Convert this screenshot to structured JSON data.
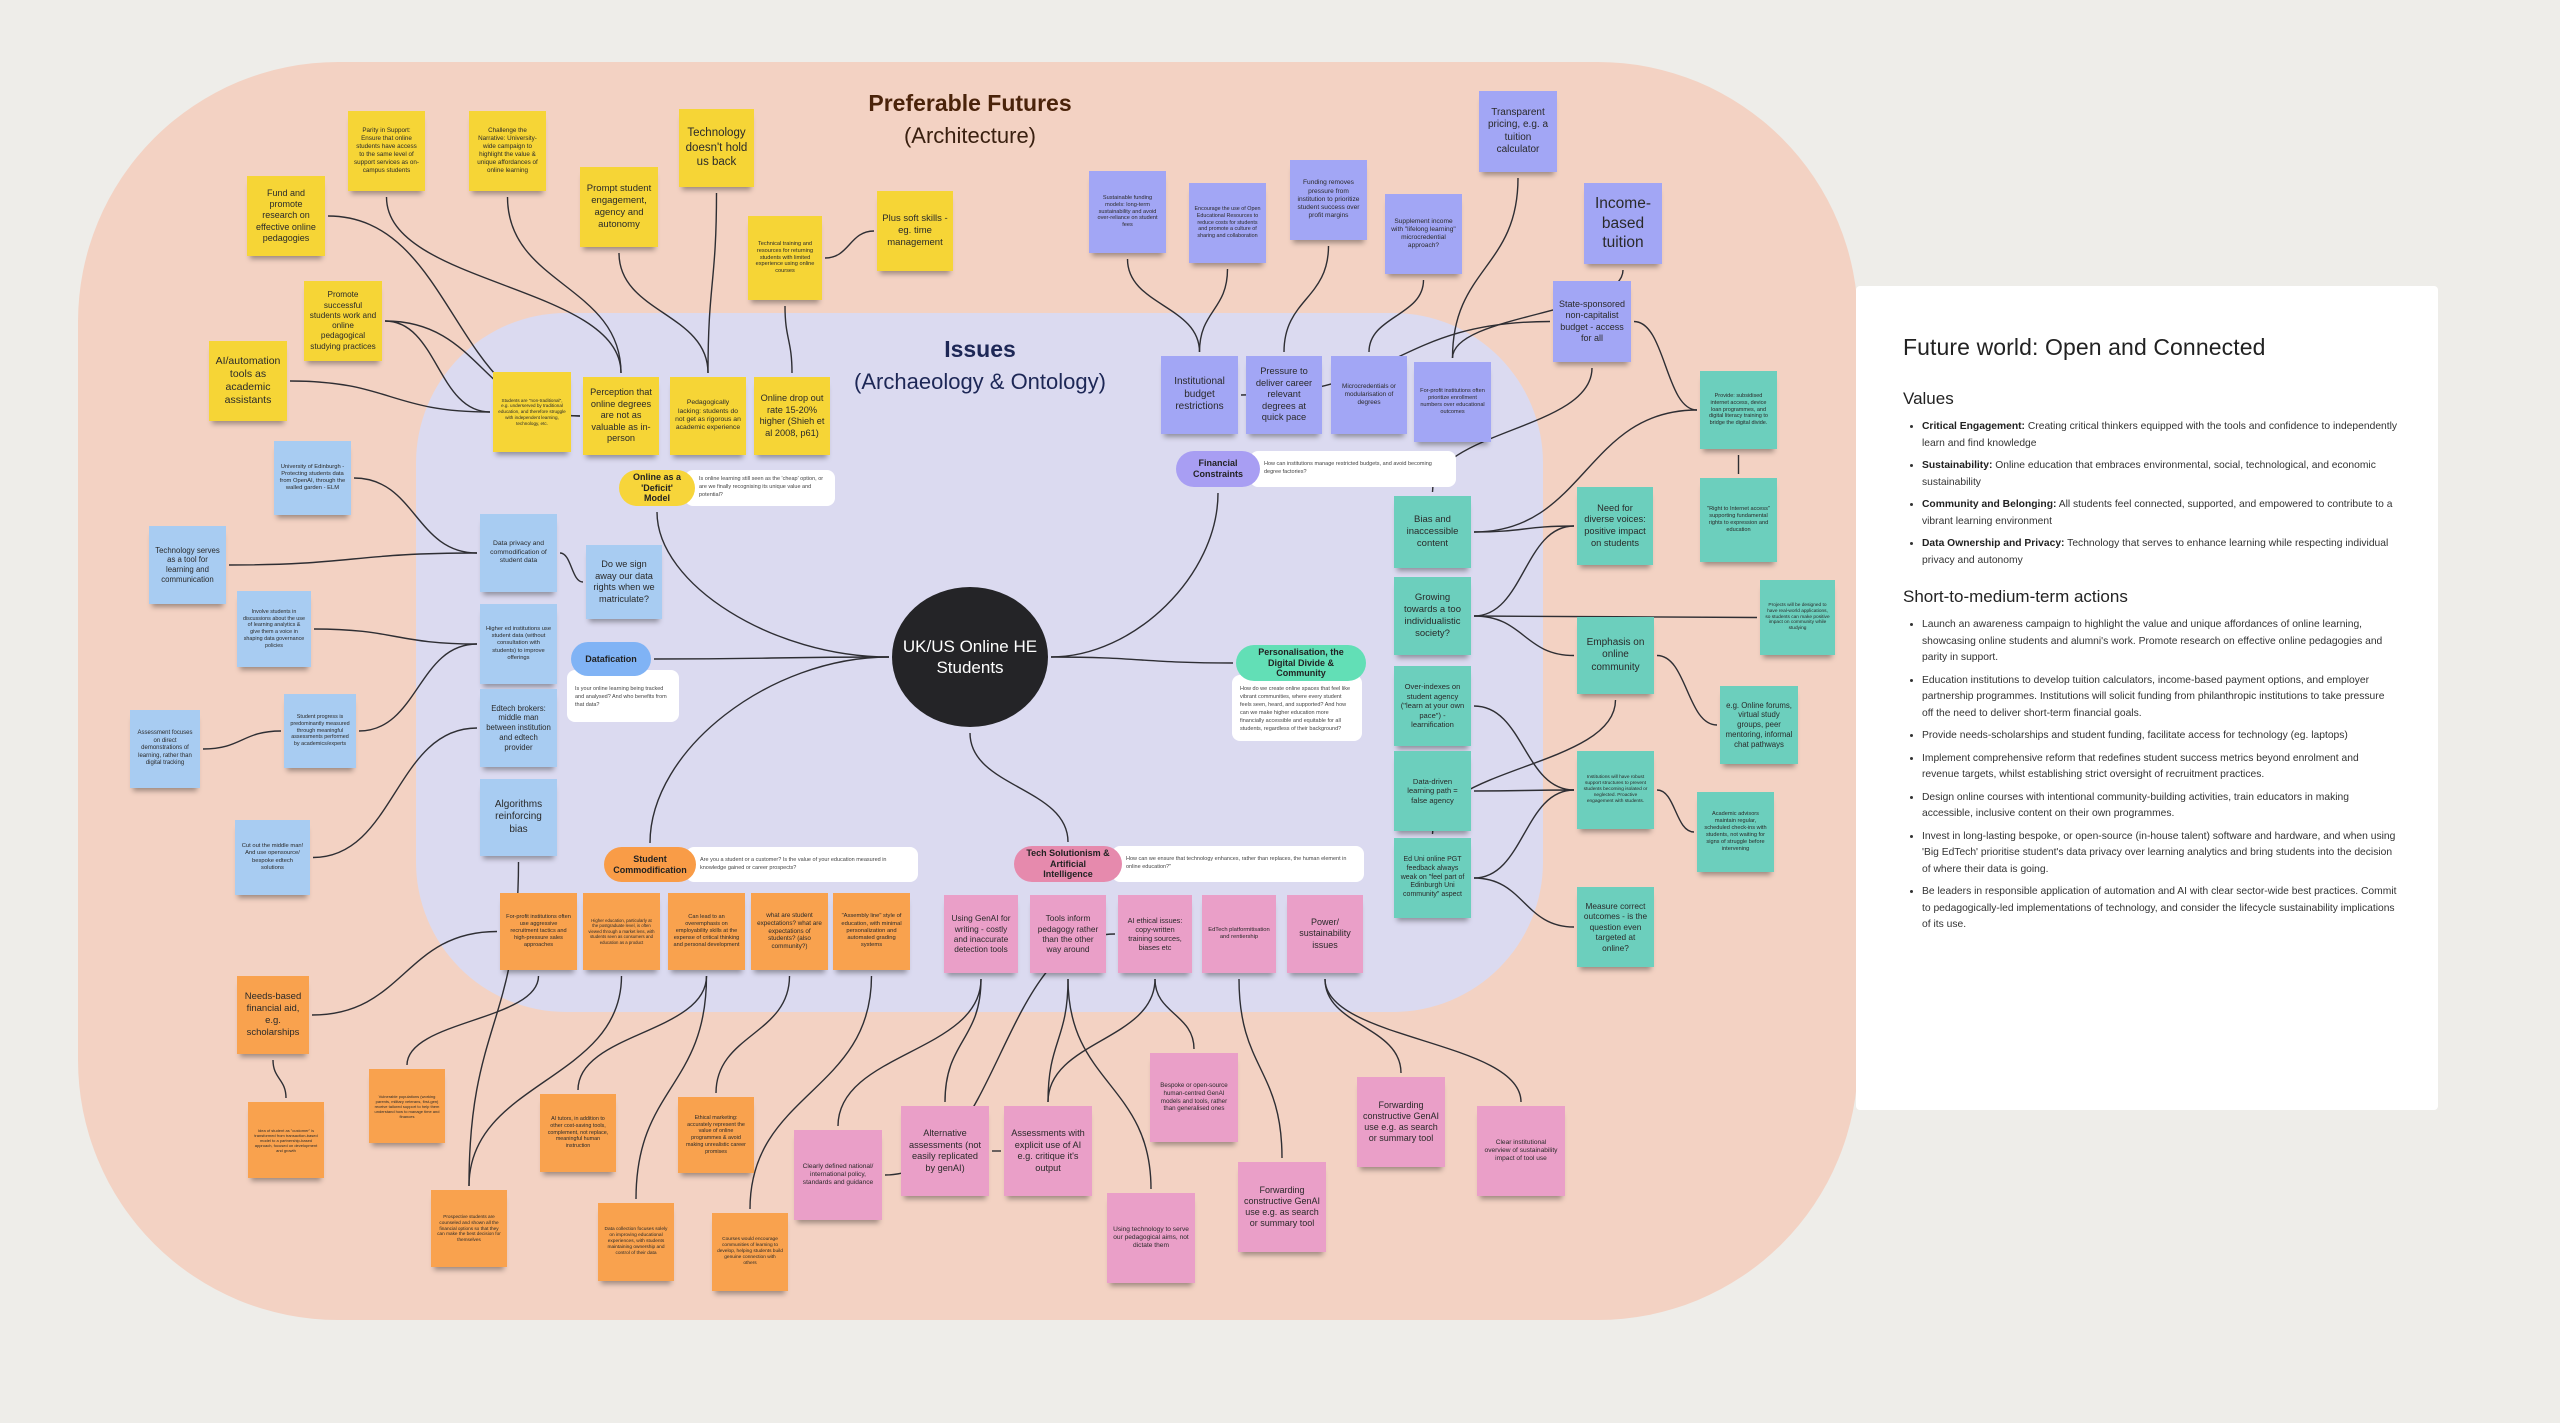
{
  "preferable_futures": {
    "title": "Preferable Futures",
    "subtitle": "(Architecture)"
  },
  "issues": {
    "title": "Issues",
    "subtitle": "(Archaeology & Ontology)"
  },
  "center_topic": "UK/US Online HE Students",
  "colors": {
    "background": "#eeede9",
    "preferable_futures_area": "#f3d2c3",
    "issues_area": "#dbdaf0",
    "yellow": "#f6d536",
    "purple": "#a2a6f5",
    "teal": "#6ccfbd",
    "blue": "#a8ccf2",
    "orange": "#f9a24e",
    "pink": "#ea9fc8"
  },
  "themes": {
    "deficit": {
      "label": "Online as a 'Deficit' Model",
      "question": "Is online learning still seen as the 'cheap' option, or are we finally recognising its unique value and potential?",
      "color": "#f7d53a"
    },
    "financial": {
      "label": "Financial Constraints",
      "question": "How can institutions manage restricted budgets, and avoid becoming degree factories?",
      "color": "#a89ef3"
    },
    "datafication": {
      "label": "Datafication",
      "question": "Is your online learning being tracked and analysed? And who benefits from that data?",
      "color": "#80b3f5"
    },
    "personalisation": {
      "label": "Personalisation, the Digital Divide & Community",
      "question": "How do we create online spaces that feel like vibrant communities, where every student feels seen, heard, and supported? And how can we make higher education more financially accessible and equitable for all students, regardless of their background?",
      "color": "#62dfb6"
    },
    "commodification": {
      "label": "Student Commodification",
      "question": "Are you a student or a customer? Is the value of your education measured in knowledge gained or career prospects?",
      "color": "#f99c47"
    },
    "tech": {
      "label": "Tech Solutionism & Artificial Intelligence",
      "question": "How can we ensure that technology enhances, rather than replaces, the human element in online education?\"",
      "color": "#e68aad"
    }
  },
  "stickies": {
    "parity": "Parity in Support: Ensure that online students have access to the same level of support services as on-campus students",
    "challenge": "Challenge the Narrative: University-wide campaign to highlight the value & unique affordances of online learning",
    "fund": "Fund and promote research on effective online pedagogies",
    "prompt": "Prompt student engagement, agency and autonomy",
    "tech_back": "Technology doesn't hold us back",
    "tech_training": "Technical training and resources for returning students with limited experience using online courses",
    "soft_skills": "Plus soft skills - eg. time management",
    "promote_successful": "Promote successful students work and online pedagogical studying practices",
    "ai_tools": "AI/automation tools as academic assistants",
    "non_traditional": "Students are \"non-traditional\", e.g. underserved by traditional education, and therefore struggle with independent learning, technology, etc.",
    "perception": "Perception that online degrees are not as valuable as in-person",
    "pedagogically": "Pedagogically lacking: students do not get as rigorous an academic experience",
    "dropout": "Online drop out rate 15-20% higher (Shieh et al 2008, p61)",
    "sustainable": "Sustainable funding models: long-term sustainability and avoid over-reliance on student fees",
    "oer": "Encourage the use of Open Educational Resources to reduce costs for students and promote a culture of sharing and collaboration",
    "funding_removes": "Funding removes pressure from institution to prioritize student success over profit margins",
    "supplement": "Supplement income with \"lifelong learning\" microcredential approach?",
    "transparent": "Transparent pricing, e.g. a tuition calculator",
    "income_based": "Income-based tuition",
    "state_sponsored": "State-sponsored non-capitalist budget - access for all",
    "budget": "Institutional budget restrictions",
    "pressure": "Pressure to deliver career relevant degrees at quick pace",
    "microcredentials": "Microcredentials or modularisation of degrees",
    "forprofit_enroll": "For-profit institutions often prioritize enrollment numbers over educational outcomes",
    "provide": "Provide: subsidised internet access, device loan programmes, and digital literacy training to bridge the digital divide.",
    "right_internet": "\"Right to Internet access\" supporting fundamental rights to expression and education",
    "bias": "Bias and inaccessible content",
    "diverse": "Need for diverse voices: positive impact on students",
    "individualistic": "Growing towards a too individualistic society?",
    "projects": "Projects will be designed to have real-world applications, so students can make positive impact on community while studying",
    "emphasis": "Emphasis on online community",
    "over_indexes": "Over-indexes on student agency (\"learn at your own pace\") - learnification",
    "forums": "e.g. Online forums, virtual study groups, peer mentoring, informal chat pathways",
    "data_driven": "Data-driven learning path = false agency",
    "robust": "Institutions will have robust support structures to prevent students becoming isolated or neglected. Proactive engagement with students.",
    "advisors": "Academic advisors maintain regular, scheduled check-ins with students, not waiting for signs of struggle before intervening",
    "ed_uni": "Ed Uni online PGT feedback always weak on \"feel part of Edinburgh Uni community\" aspect",
    "measure": "Measure correct outcomes - is the question even targeted at online?",
    "uoe": "University of Edinburgh - Protecting students data from OpenAI, through the walled garden - ELM",
    "tech_tool": "Technology serves as a tool for learning and communication",
    "privacy": "Data privacy and commodification of student data",
    "sign_away": "Do we sign away our data rights when we matriculate?",
    "involve": "Involve students in discussions about the use of learning analytics & give them a voice in shaping data governance policies",
    "higher_ed_data": "Higher ed institutions use student data (without consultation with students) to improve offerings",
    "brokers": "Edtech brokers: middle man between institution and edtech provider",
    "assessment_focus": "Assessment focuses on direct demonstrations of learning, rather than digital tracking",
    "progress": "Student progress is predominantly measured through meaningful assessments performed by academics/experts",
    "algorithms": "Algorithms reinforcing bias",
    "cut_out": "Cut out the middle man! And use opensource/ bespoke edtech solutions",
    "forprofit_aggressive": "For-profit institutions often use aggressive recruitment tactics and high-pressure sales approaches",
    "market_lens": "Higher education, particularly at the postgraduate level, is often viewed through a market lens, with students seen as consumers and education as a product",
    "employability": "Can lead to an overemphasis on employability skills at the expense of critical thinking and personal development",
    "expectations": "what are student expectations? what are expectations of students? (also community?)",
    "assembly": "\"Assembly line\" style of education, with minimal personalization and automated grading systems",
    "needs_based": "Needs-based financial aid, e.g. scholarships",
    "customer": "Idea of student as \"customer\" is transformed from transaction-based model to a partnership-based approach, focused on development and growth",
    "vulnerable": "Vulnerable populations (working parents, military veterans, first-gen) receive tailored support to help them understand how to manage time and finances",
    "prospective": "Prospective students are counseled and shown all the financial options so that they can make the best decision for themselves",
    "ai_tutors": "AI tutors, in addition to other cost-saving tools, complement, not replace, meaningful human instruction",
    "data_collection": "Data collection focuses solely on improving educational experiences, with students maintaining ownership and control of their data",
    "ethical_marketing": "Ethical marketing: accurately represent the value of online programmes & avoid making unrealistic career promises",
    "courses_communities": "Courses would encourage communities of learning to develop, helping students build genuine connection with others",
    "genai_writing": "Using GenAI for writing - costly and inaccurate detection tools",
    "tools_inform": "Tools inform pedagogy rather than the other way around",
    "ai_ethical": "AI ethical issues: copy-written training sources, biases etc",
    "platformitisation": "EdTech platformitisation and rentiership",
    "power": "Power/ sustainability issues",
    "clearly_defined": "Clearly defined national/ international policy, standards and guidance",
    "alternative": "Alternative assessments (not easily replicated by genAI)",
    "explicit_ai": "Assessments with explicit use of AI e.g. critique it's output",
    "bespoke": "Bespoke or open-source human-centred GenAI models and tools, rather than generalised ones",
    "serve_aims": "Using technology to serve our pedagogical aims, not dictate them",
    "forwarding_1": "Forwarding constructive GenAI use e.g. as search or summary tool",
    "forwarding_2": "Forwarding constructive GenAI use e.g. as search or summary tool",
    "clear_overview": "Clear institutional overview of sustainability impact of tool use"
  },
  "panel": {
    "title": "Future world: Open and Connected",
    "values_heading": "Values",
    "values": [
      {
        "term": "Critical Engagement:",
        "text": " Creating critical thinkers equipped with the tools and confidence to independently learn and find knowledge"
      },
      {
        "term": "Sustainability:",
        "text": " Online education that embraces environmental, social, technological, and economic sustainability"
      },
      {
        "term": "Community and Belonging:",
        "text": " All students feel connected, supported, and empowered to contribute to a vibrant learning environment"
      },
      {
        "term": "Data Ownership and Privacy:",
        "text": " Technology that serves to enhance learning while respecting individual privacy and autonomy"
      }
    ],
    "actions_heading": "Short-to-medium-term actions",
    "actions": [
      "Launch an awareness campaign to highlight the value and unique affordances of online learning, showcasing online students and alumni's work. Promote research on effective online pedagogies and parity in support.",
      "Education institutions to develop tuition calculators, income-based payment options, and employer partnership programmes. Institutions will solicit funding from philanthropic institutions to take pressure off the need to deliver short-term financial goals.",
      "Provide needs-scholarships and student funding, facilitate access for technology (eg. laptops)",
      "Implement comprehensive reform that redefines student success metrics beyond enrolment and revenue targets, whilst establishing strict oversight of recruitment practices.",
      "Design online courses with intentional community-building activities, train educators in making accessible, inclusive content on their own programmes.",
      "Invest in long-lasting bespoke, or open-source (in-house talent) software and hardware, and when using 'Big EdTech' prioritise student's data privacy over learning analytics and bring students into the decision of where their data is going.",
      "Be leaders in responsible application of automation and AI with clear sector-wide best practices. Commit to pedagogically-led implementations of technology, and consider the lifecycle sustainability implications of its use."
    ]
  }
}
